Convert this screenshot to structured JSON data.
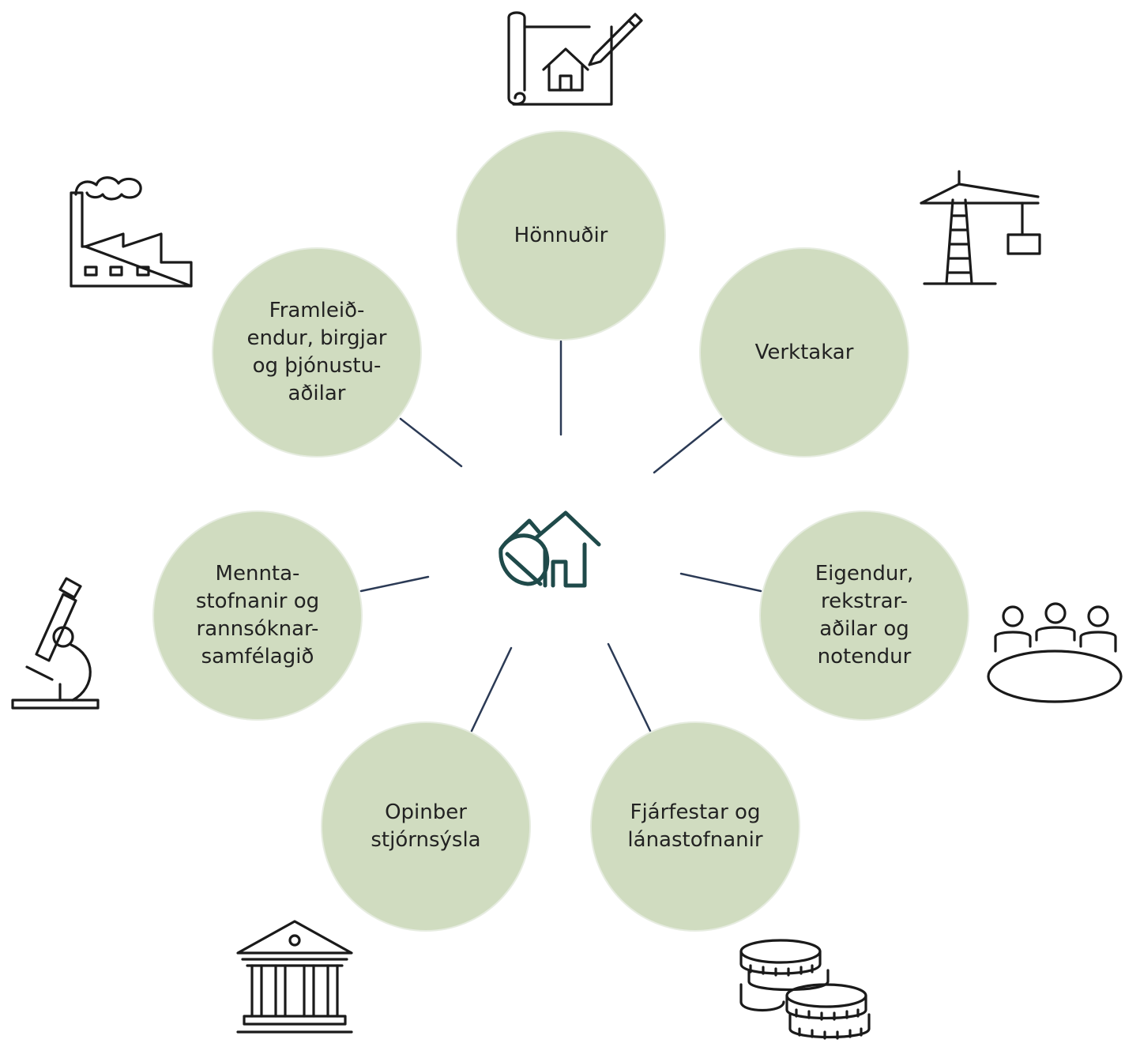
{
  "colors": {
    "node_fill": "#d0dcc0",
    "connector": "#2b3a55",
    "center_icon": "#1f4a4a",
    "icon_stroke": "#1a1a1a"
  },
  "center": {
    "icon": "leaf-house-icon"
  },
  "nodes": [
    {
      "id": "designers",
      "label": "Hönnuðir",
      "icon": "blueprint-house-icon"
    },
    {
      "id": "contractors",
      "label": "Verktakar",
      "icon": "tower-crane-icon"
    },
    {
      "id": "owners",
      "label": "Eigendur,\nrekstrar-\naðilar og\nnotendur",
      "icon": "meeting-table-icon"
    },
    {
      "id": "investors",
      "label": "Fjárfestar og\nlánastofnanir",
      "icon": "coin-stacks-icon"
    },
    {
      "id": "public",
      "label": "Opinber\nstjórnsýsla",
      "icon": "government-building-icon"
    },
    {
      "id": "education",
      "label": "Mennta-\nstofnanir og\nrannsóknar-\nsamfélagið",
      "icon": "microscope-icon"
    },
    {
      "id": "manufacturers",
      "label": "Framleið-\nendur, birgjar\nog þjónustu-\naðilar",
      "icon": "factory-icon"
    }
  ]
}
